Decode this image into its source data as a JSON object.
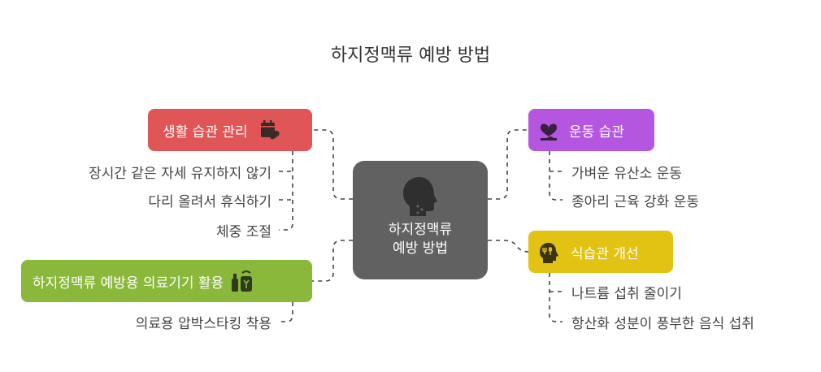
{
  "title": "하지정맥류 예방 방법",
  "center": {
    "line1": "하지정맥류",
    "line2": "예방 방법",
    "icon": "head-icon"
  },
  "branches": {
    "lifestyle": {
      "label": "생활 습관 관리",
      "color": "#e05555",
      "icon": "calendar-pill-icon",
      "items": [
        "장시간 같은 자세 유지하지 않기",
        "다리 올려서 휴식하기",
        "체중 조절"
      ]
    },
    "device": {
      "label": "하지정맥류 예방용 의료기기 활용",
      "color": "#8ab83a",
      "icon": "device-icon",
      "items": [
        "의료용 압박스타킹 착용"
      ]
    },
    "exercise": {
      "label": "운동 습관",
      "color": "#b556e0",
      "icon": "heart-muscle-icon",
      "items": [
        "가벼운 유산소 운동",
        "종아리 근육 강화 운동"
      ]
    },
    "diet": {
      "label": "식습관 개선",
      "color": "#e2c212",
      "icon": "head-food-icon",
      "items": [
        "나트륨 섭취 줄이기",
        "항산화 성분이 풍부한 음식 섭취"
      ]
    }
  }
}
